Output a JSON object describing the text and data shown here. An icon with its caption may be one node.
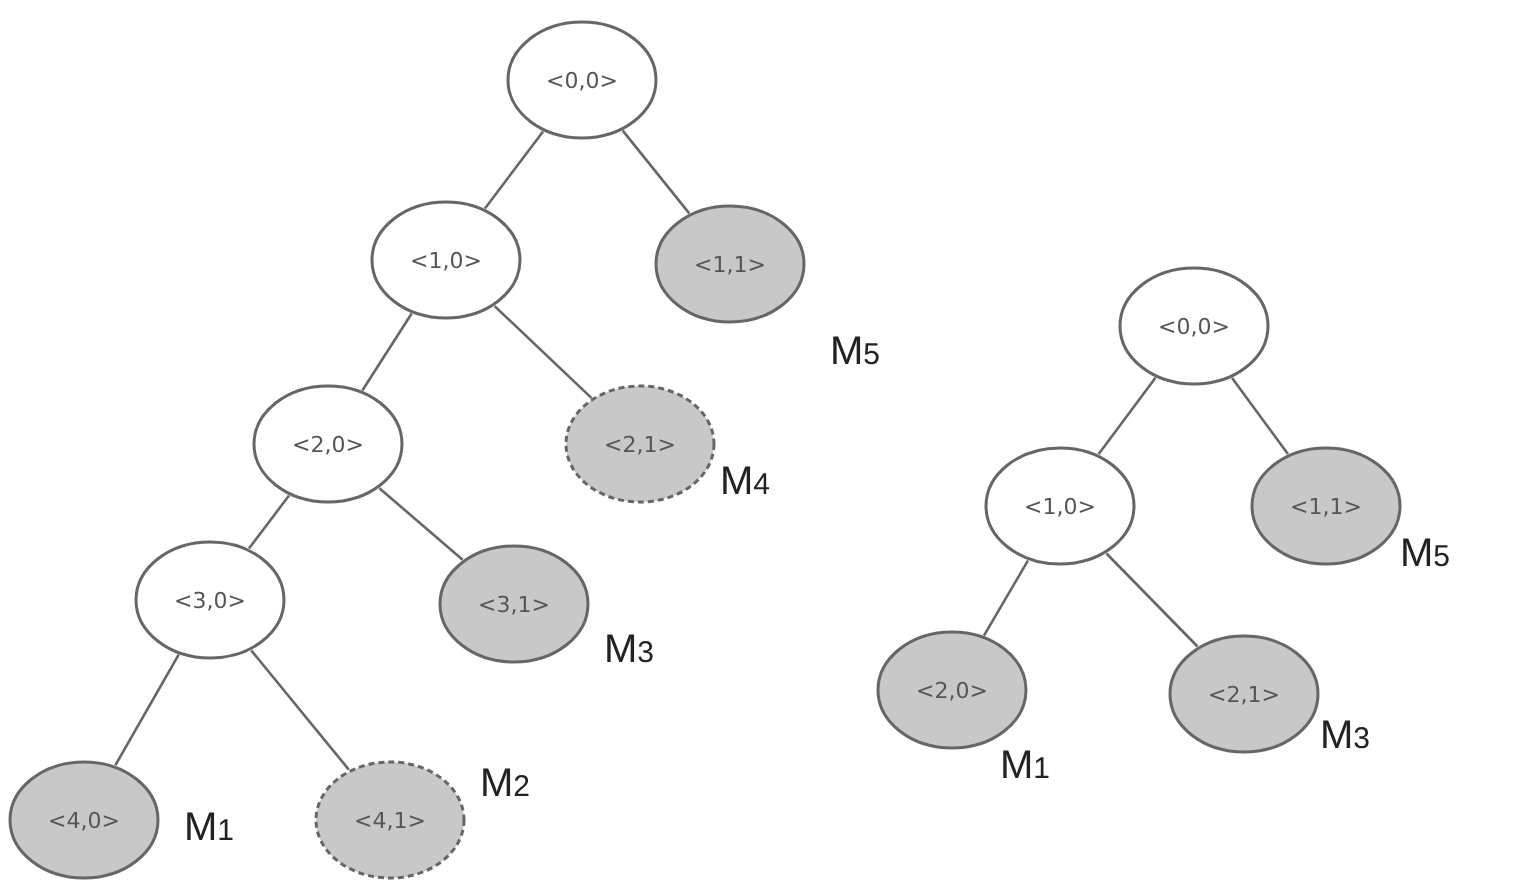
{
  "diagram": {
    "nodes": [
      {
        "text": [
          "<0,0>"
        ]
      },
      {
        "text": [
          "<1,0>"
        ]
      },
      {
        "text": [
          "<1,1>"
        ],
        "beside": [
          "M$_{5}$"
        ]
      },
      {
        "text": [
          "<2,0>"
        ]
      },
      {
        "text": [
          "<2,1>"
        ],
        "beside": [
          "M$_{4}$"
        ]
      },
      {
        "text": [
          "<3,0>"
        ]
      },
      {
        "text": [
          "<3,1>"
        ],
        "beside": [
          "M$_{3}$"
        ]
      },
      {
        "text": [
          "<4,0>"
        ],
        "beside": [
          "M$_{1}$"
        ]
      },
      {
        "text": [
          "<4,1>"
        ],
        "beside": [
          "M$_{2}$"
        ]
      },
      {
        "text": [
          "<0,0>"
        ]
      },
      {
        "text": [
          "<1,0>"
        ]
      },
      {
        "text": [
          "<1,1>"
        ],
        "beside": [
          "M$_{5}$"
        ]
      },
      {
        "text": [
          "<2,0>"
        ],
        "beside": [
          "M$_{1}$"
        ]
      },
      {
        "text": [
          "<2,1>"
        ],
        "beside": [
          "M$_{3}$"
        ]
      }
    ],
    "edges": [
      {
        "from": 0,
        "to": 1,
        "arrow": "none"
      },
      {
        "from": 0,
        "to": 2,
        "arrow": "none"
      },
      {
        "from": 1,
        "to": 3,
        "arrow": "none"
      },
      {
        "from": 1,
        "to": 4,
        "arrow": "none"
      },
      {
        "from": 3,
        "to": 5,
        "arrow": "none"
      },
      {
        "from": 3,
        "to": 6,
        "arrow": "none"
      },
      {
        "from": 5,
        "to": 7,
        "arrow": "none"
      },
      {
        "from": 5,
        "to": 8,
        "arrow": "none"
      },
      {
        "from": 9,
        "to": 10,
        "arrow": "none"
      },
      {
        "from": 9,
        "to": 11,
        "arrow": "none"
      },
      {
        "from": 10,
        "to": 12,
        "arrow": "none"
      },
      {
        "from": 10,
        "to": 13,
        "arrow": "none"
      }
    ]
  }
}
